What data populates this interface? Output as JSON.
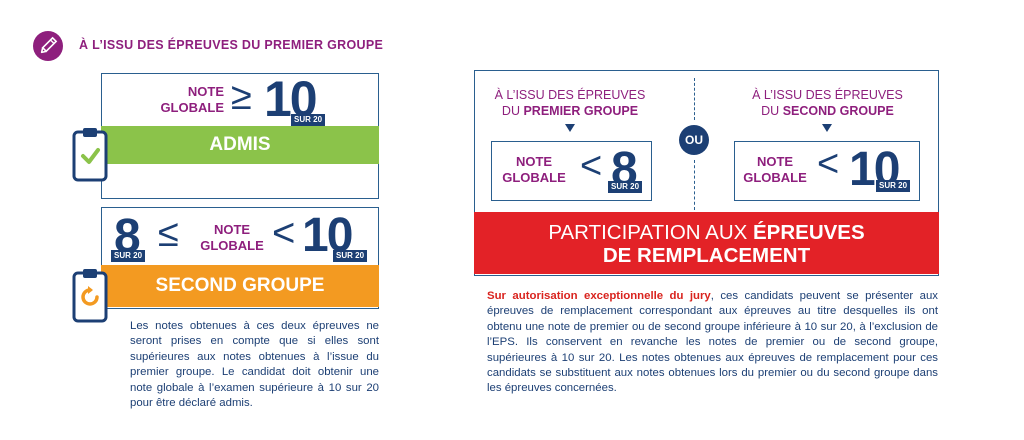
{
  "header": {
    "title": "À L’ISSU DES ÉPREUVES DU PREMIER GROUPE"
  },
  "admis_box": {
    "note_label": "NOTE\nGLOBALE",
    "comparator": "≥",
    "value": "10",
    "sur": "SUR 20",
    "band_label": "ADMIS"
  },
  "second_box": {
    "low_value": "8",
    "low_sur": "SUR 20",
    "comparator_left": "≤",
    "note_label": "NOTE\nGLOBALE",
    "comparator_right": "<",
    "high_value": "10",
    "high_sur": "SUR 20",
    "band_label": "SECOND GROUPE"
  },
  "left_paragraph": "Les notes obtenues à ces deux épreuves ne seront prises en compte que si elles sont supérieures aux notes obtenues à l’issue du premier groupe. Le candidat doit obtenir une note globale à l’examen supérieure à 10 sur 20 pour être déclaré admis.",
  "right_panel": {
    "col1": {
      "line1": "À L’ISSU DES ÉPREUVES",
      "line2_prefix": "DU ",
      "line2_bold": "PREMIER GROUPE",
      "note_label": "NOTE\nGLOBALE",
      "comparator": "<",
      "value": "8",
      "sur": "SUR 20"
    },
    "ou": "OU",
    "col2": {
      "line1": "À L’ISSU DES ÉPREUVES",
      "line2_prefix": "DU ",
      "line2_bold": "SECOND GROUPE",
      "note_label": "NOTE\nGLOBALE",
      "comparator": "<",
      "value": "10",
      "sur": "SUR 20"
    },
    "band_line1_light": "PARTICIPATION AUX ",
    "band_line1_bold": "ÉPREUVES",
    "band_line2": "DE REMPLACEMENT"
  },
  "right_paragraph": {
    "bold_red": "Sur autorisation exceptionnelle du jury",
    "rest": ", ces candidats peuvent se présenter aux épreuves de remplacement correspondant aux épreuves au titre desquelles ils ont obtenu une note de premier ou de second groupe inférieure à 10 sur 20, à l’exclusion de l’EPS. Ils conservent en revanche les notes de premier ou de second groupe, supérieures à 10 sur 20. Les notes obtenues aux épreuves de remplacement pour ces candidats se substituent aux notes obtenues lors du premier ou du second groupe dans les épreuves concernées."
  },
  "colors": {
    "purple": "#8e1f7d",
    "navy": "#1c3f74",
    "green": "#8bc34a",
    "orange": "#f39a21",
    "red": "#e32227"
  }
}
